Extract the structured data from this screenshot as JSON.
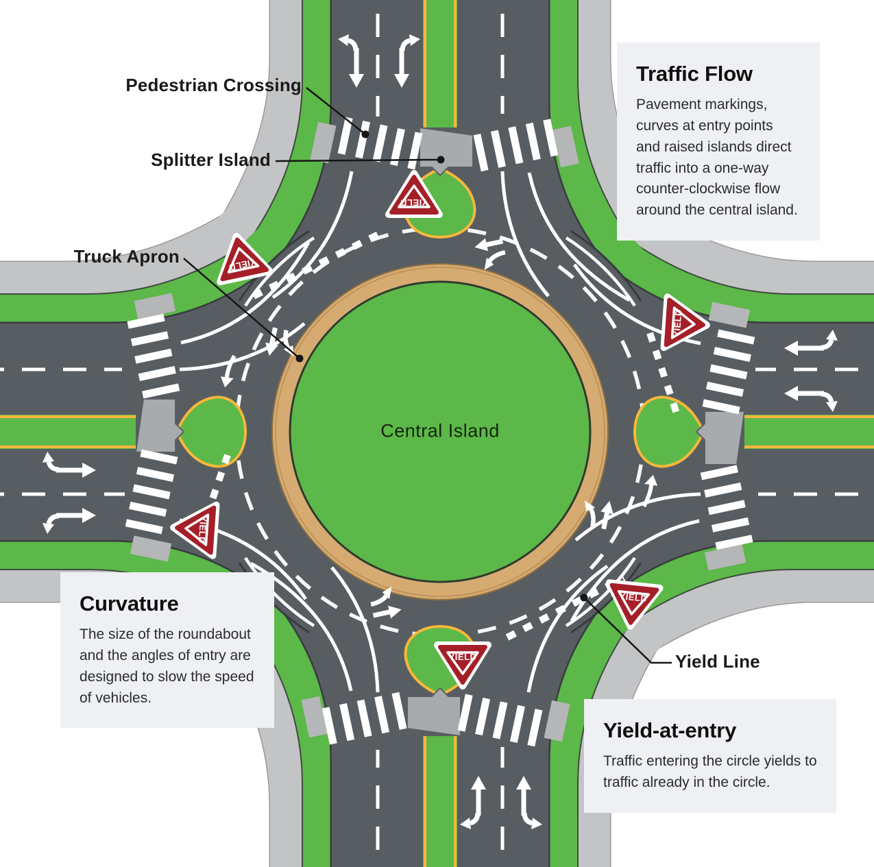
{
  "callouts": {
    "pedestrian_crossing": "Pedestrian Crossing",
    "splitter_island": "Splitter Island",
    "truck_apron": "Truck Apron",
    "yield_line": "Yield Line"
  },
  "central_island_label": "Central Island",
  "boxes": {
    "traffic_flow": {
      "title": "Traffic Flow",
      "body": "Pavement markings, curves at entry points and raised islands direct traffic into a one-way counter-clockwise flow around the central island."
    },
    "curvature": {
      "title": "Curvature",
      "body": "The size of the roundabout and the angles of entry are designed to slow the speed of vehicles."
    },
    "yield_at_entry": {
      "title": "Yield-at-entry",
      "body": "Traffic entering the circle yields to traffic already in the circle."
    }
  },
  "signs": {
    "yield": "YIELD"
  },
  "colors": {
    "asphalt": "#585d62",
    "asphalt_outline": "#383c40",
    "grass_green": "#5cb848",
    "sidewalk_gray": "#c3c4c6",
    "refuge_gray": "#a8abae",
    "truck_apron_tan": "#d5ab72",
    "lane_yellow": "#f6b73c",
    "marking_white": "#ffffff",
    "yield_sign_red": "#a51f28",
    "info_box_bg": "#eef0f3",
    "callout_ink": "#161616"
  }
}
